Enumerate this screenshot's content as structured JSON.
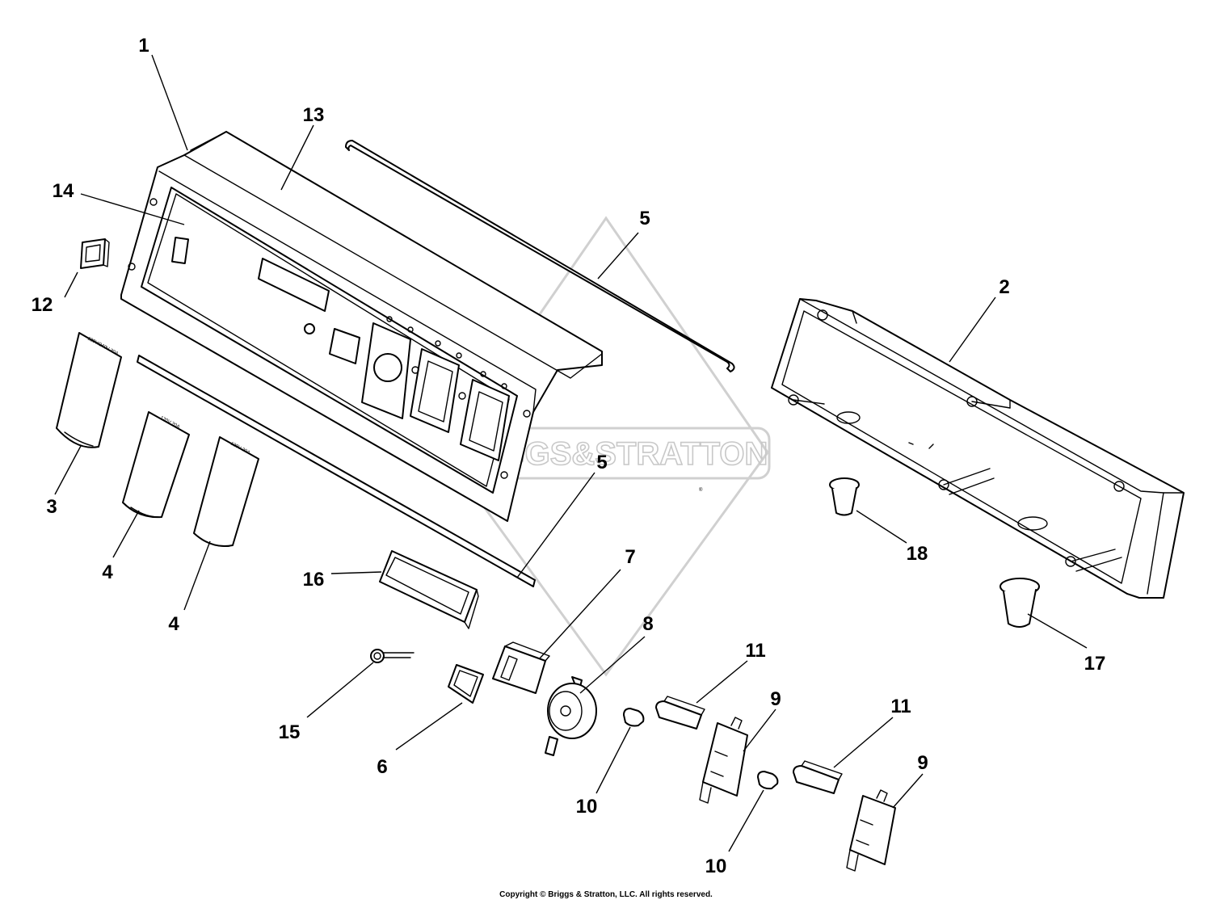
{
  "watermark": {
    "brand": "BRIGGS&STRATTON",
    "registered": "®"
  },
  "callouts": [
    "1",
    "2",
    "3",
    "4",
    "4",
    "5",
    "5",
    "6",
    "7",
    "8",
    "9",
    "9",
    "10",
    "10",
    "11",
    "11",
    "12",
    "13",
    "14",
    "15",
    "16",
    "17",
    "18"
  ],
  "decal_labels": {
    "label_3": "120V/240V 30A",
    "label_4a": "120V 20A",
    "label_4b": "120V 20A"
  },
  "copyright": "Copyright © Briggs & Stratton, LLC. All rights reserved."
}
